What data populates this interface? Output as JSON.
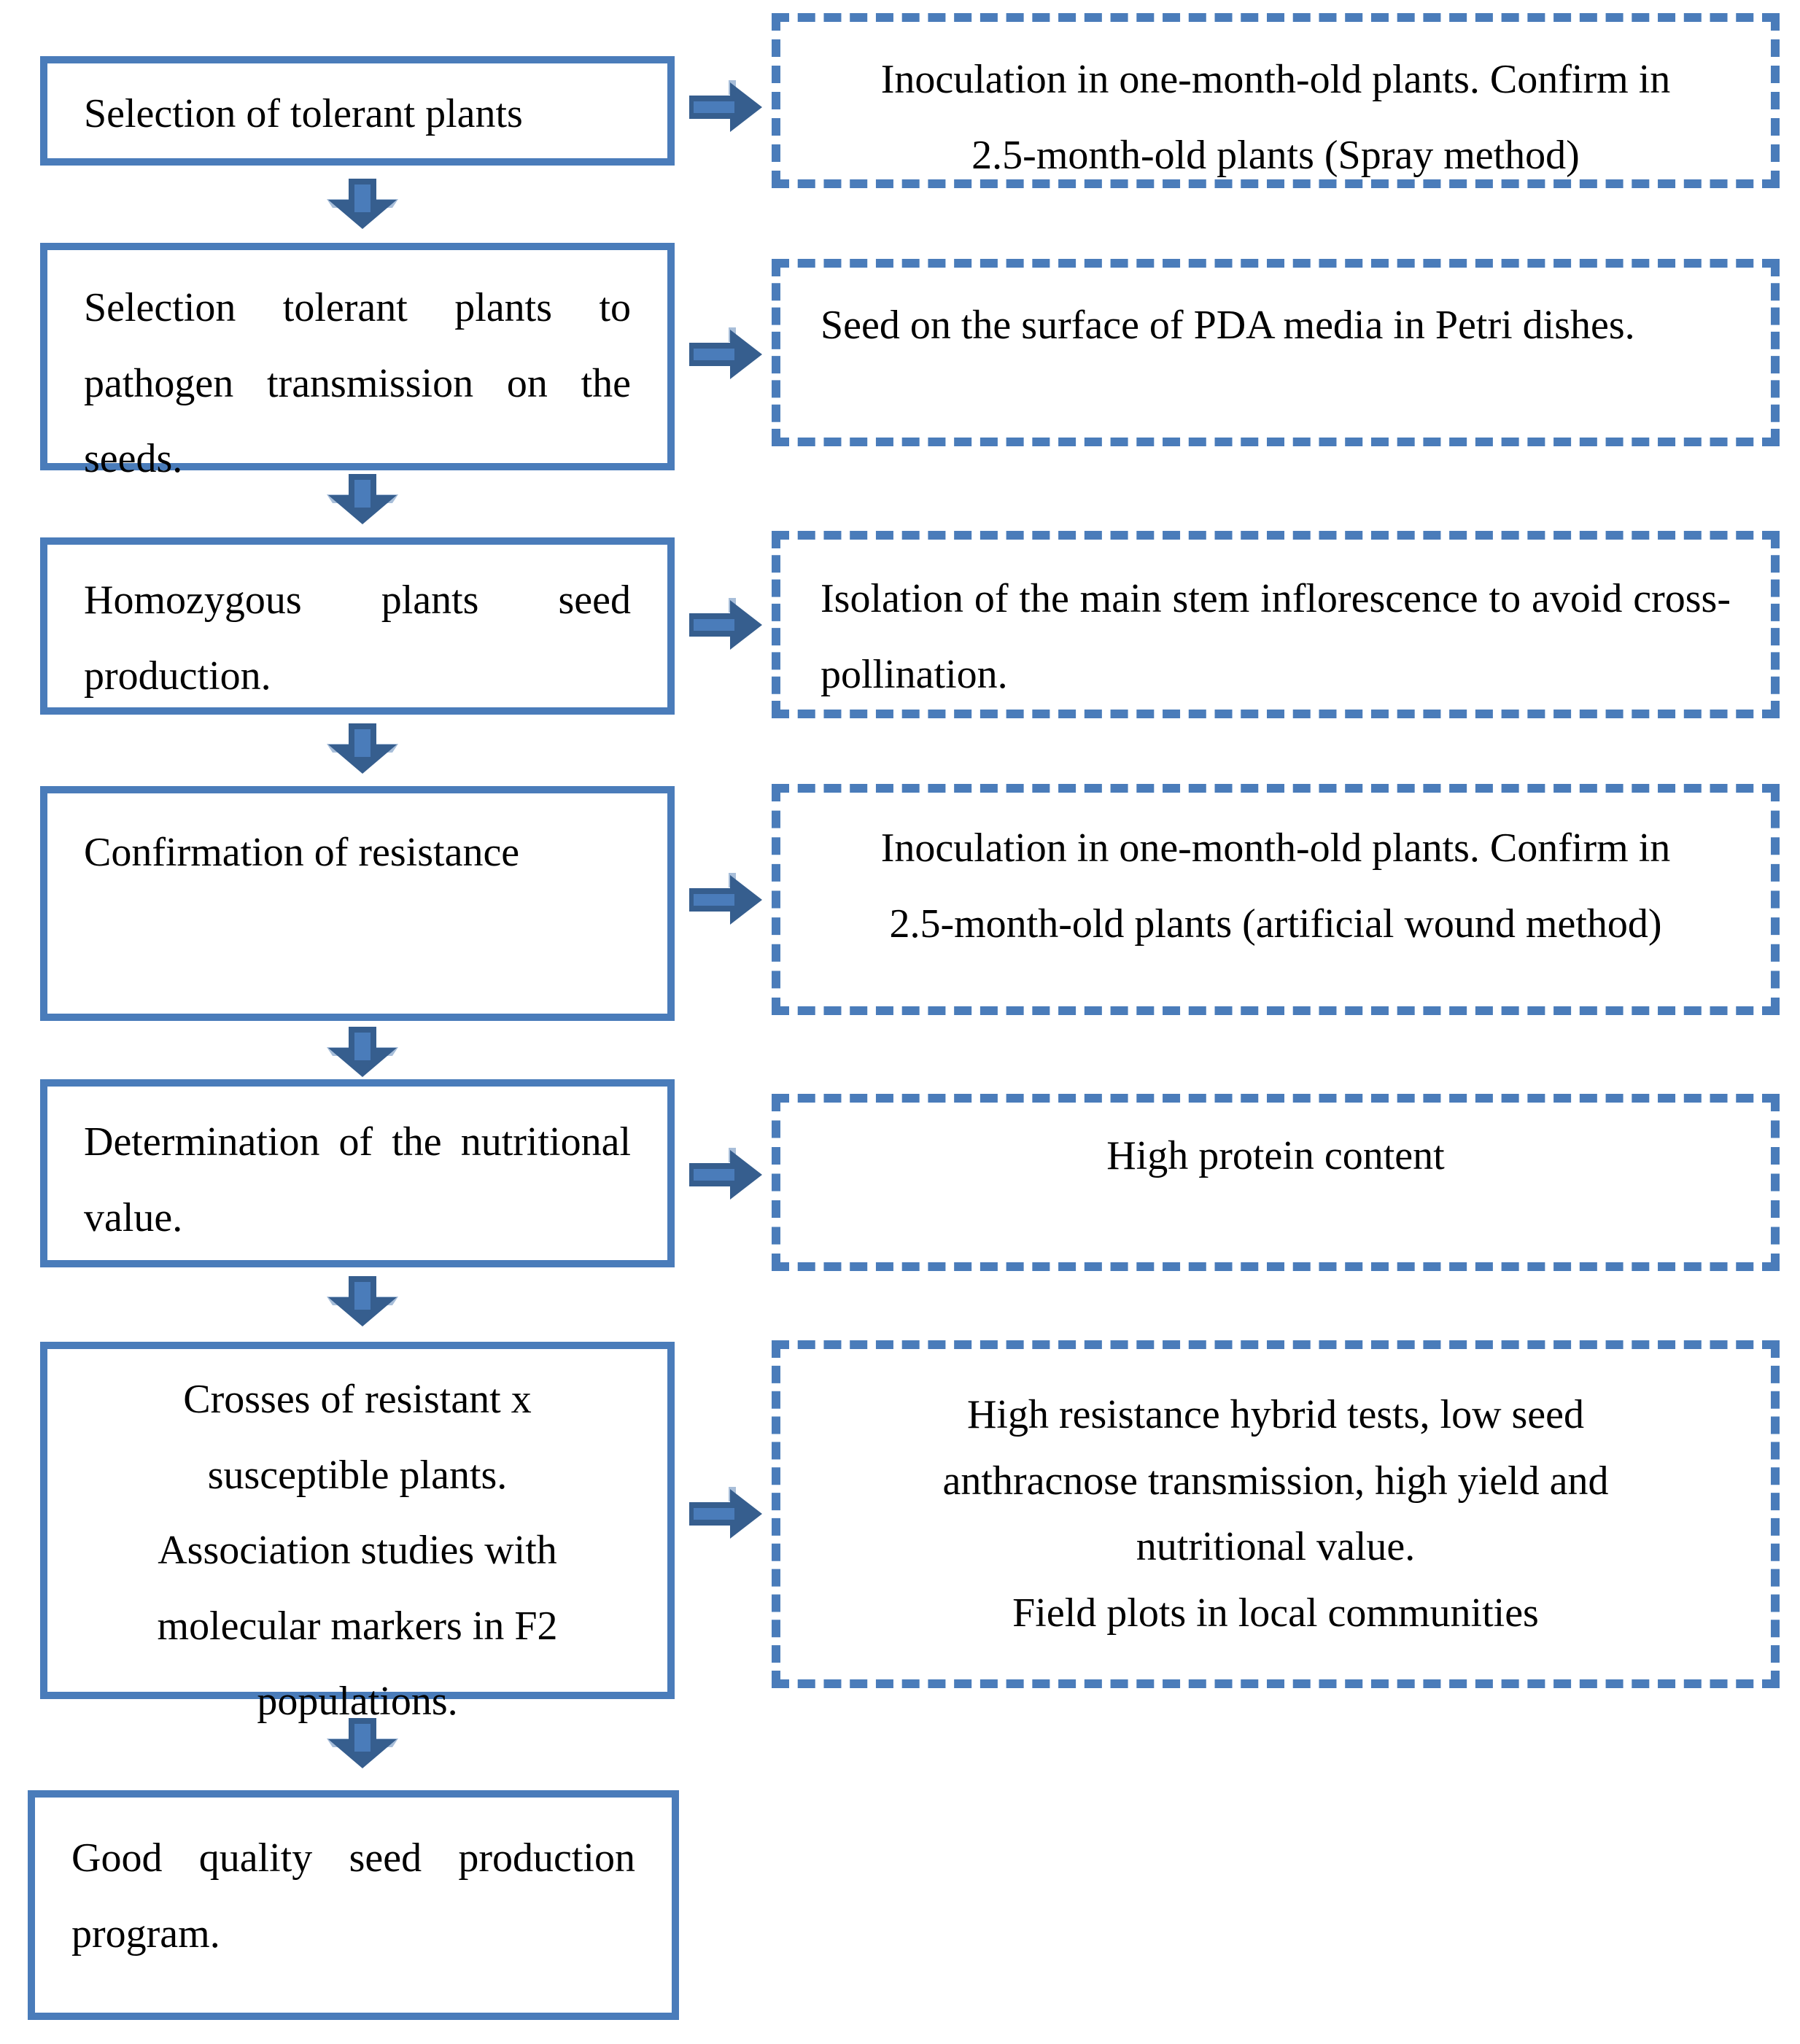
{
  "flowchart": {
    "colors": {
      "box-border": "#4a7cba",
      "dashed-border": "#4a7cba",
      "arrow-dark": "#365e8e",
      "arrow-mid": "#4a7cba",
      "arrow-light": "#a8bed9",
      "text": "#000000",
      "background": "#ffffff"
    },
    "icons": {
      "down_arrow": "down-block-arrow",
      "right_arrow": "right-block-arrow"
    },
    "steps": [
      {
        "left": "Selection of tolerant plants",
        "right": "Inoculation in one-month-old plants. Confirm in 2.5-month-old plants (Spray method)"
      },
      {
        "left": "Selection tolerant plants to pathogen transmission on the seeds.",
        "right": "Seed on the surface of PDA media in Petri dishes."
      },
      {
        "left": "Homozygous plants seed production.",
        "right": "Isolation of the main stem inflorescence to avoid cross-pollination."
      },
      {
        "left": "Confirmation of resistance",
        "right": "Inoculation in one-month-old plants. Confirm in 2.5-month-old plants (artificial wound method)"
      },
      {
        "left": "Determination of the nutritional value.",
        "right": "High protein content"
      },
      {
        "left": "Crosses of resistant x susceptible plants. Association studies with molecular markers in F2 populations.",
        "right_lines": [
          "High resistance hybrid tests, low seed anthracnose transmission, high yield and nutritional value.",
          "Field plots in local communities"
        ]
      }
    ],
    "final_step": "Good quality seed production program."
  }
}
